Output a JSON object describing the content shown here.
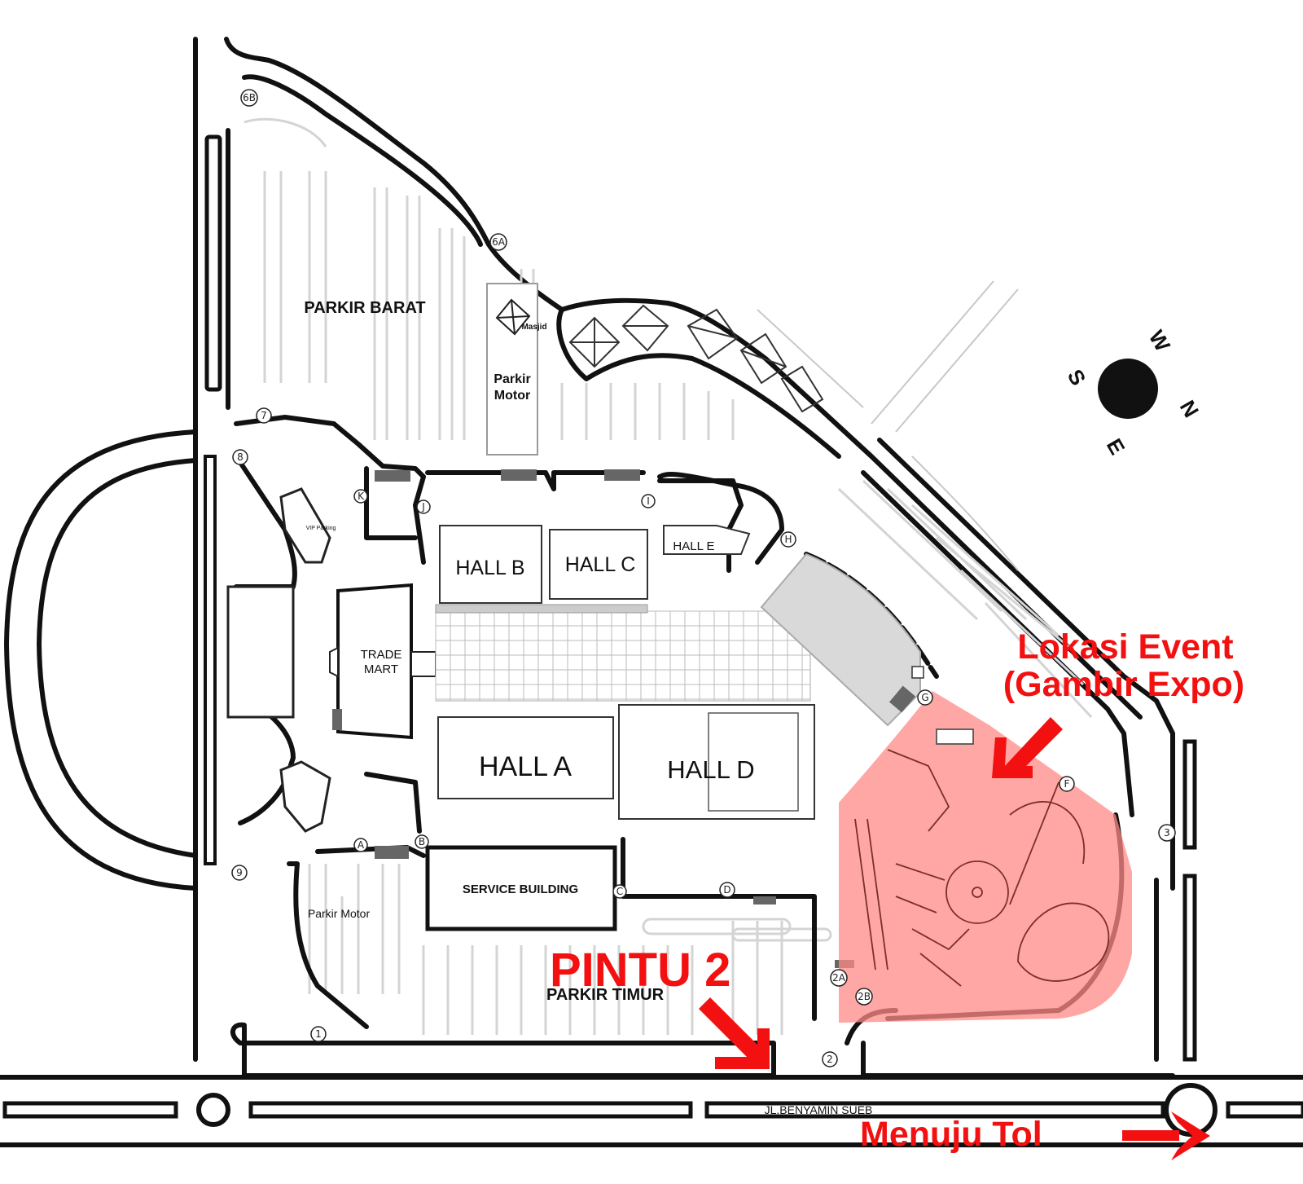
{
  "labels": {
    "parkir_barat": "PARKIR BARAT",
    "masjid": "Masjid",
    "parkir_motor_north_1": "Parkir",
    "parkir_motor_north_2": "Motor",
    "vip_parking": "VIP Parking",
    "trade_mart_1": "TRADE",
    "trade_mart_2": "MART",
    "hall_a": "HALL A",
    "hall_b": "HALL B",
    "hall_c": "HALL C",
    "hall_d": "HALL D",
    "hall_e": "HALL E",
    "service_building": "SERVICE BUILDING",
    "parkir_motor_south": "Parkir Motor",
    "parkir_timur": "PARKIR TIMUR",
    "road_name": "JL.BENYAMIN SUEB"
  },
  "gates": {
    "g6b": "6B",
    "g6a": "6A",
    "g7": "7",
    "g8": "8",
    "g9": "9",
    "gK": "K",
    "gJ": "J",
    "gI": "I",
    "gH": "H",
    "gG": "G",
    "gF": "F",
    "gA": "A",
    "gB": "B",
    "gC": "C",
    "gD": "D",
    "g1": "1",
    "g2": "2",
    "g2a": "2A",
    "g2b": "2B",
    "g3": "3"
  },
  "compass": {
    "n": "N",
    "s": "S",
    "e": "E",
    "w": "W"
  },
  "annotations": {
    "event_line1": "Lokasi Event",
    "event_line2": "(Gambir Expo)",
    "pintu": "PINTU 2",
    "menuju": "Menuju Tol"
  },
  "colors": {
    "event_highlight": "#ff8a85",
    "annotation_red": "#f31010"
  }
}
